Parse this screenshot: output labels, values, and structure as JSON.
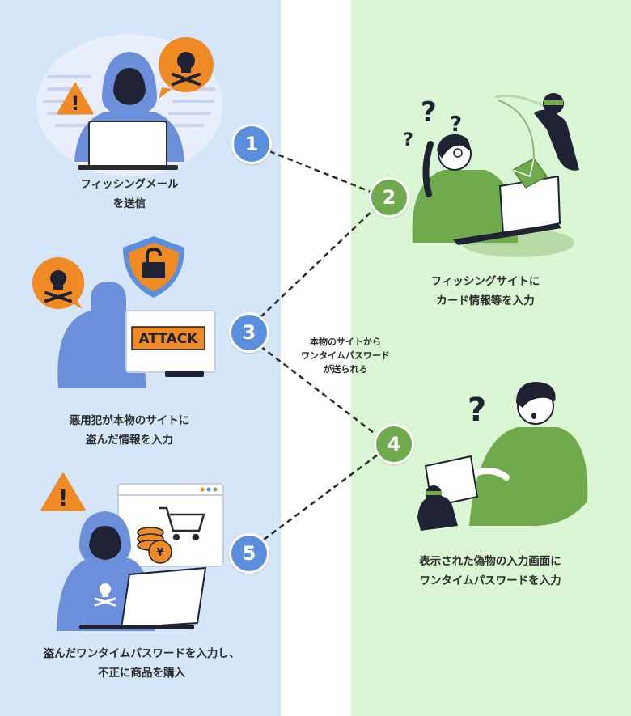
{
  "steps": [
    {
      "number": "1",
      "lines": [
        "フィッシングメール",
        "を送信"
      ]
    },
    {
      "number": "2",
      "lines": [
        "フィッシングサイトに",
        "カード情報等を入力"
      ]
    },
    {
      "number": "3",
      "lines": [
        "悪用犯が本物のサイトに",
        "盗んだ情報を入力"
      ]
    },
    {
      "number": "4",
      "lines": [
        "表示された偽物の入力画面に",
        "ワンタイムパスワードを入力"
      ]
    },
    {
      "number": "5",
      "lines": [
        "盗んだワンタイムパスワードを入力し、",
        "不正に商品を購入"
      ]
    }
  ],
  "note": {
    "lines": [
      "本物のサイトから",
      "ワンタイムパスワード",
      "が送られる"
    ]
  },
  "illustration": {
    "attack_label": "ATTACK",
    "yen_symbol": "¥",
    "question_mark": "?",
    "warning_mark": "!"
  },
  "colors": {
    "left_panel": "#d5e6f9",
    "right_panel": "#dbf6d5",
    "badge_blue": "#5b8fde",
    "badge_green": "#6fab4d",
    "hacker": "#6c8fdc",
    "person_green": "#6fab4d",
    "danger_orange": "#f08a24"
  },
  "icons": [
    "skull-icon",
    "warning-icon",
    "lock-shield-icon",
    "shopping-cart-icon",
    "coin-stack-icon",
    "envelope-icon",
    "fishing-hook-icon",
    "question-mark-icon"
  ]
}
